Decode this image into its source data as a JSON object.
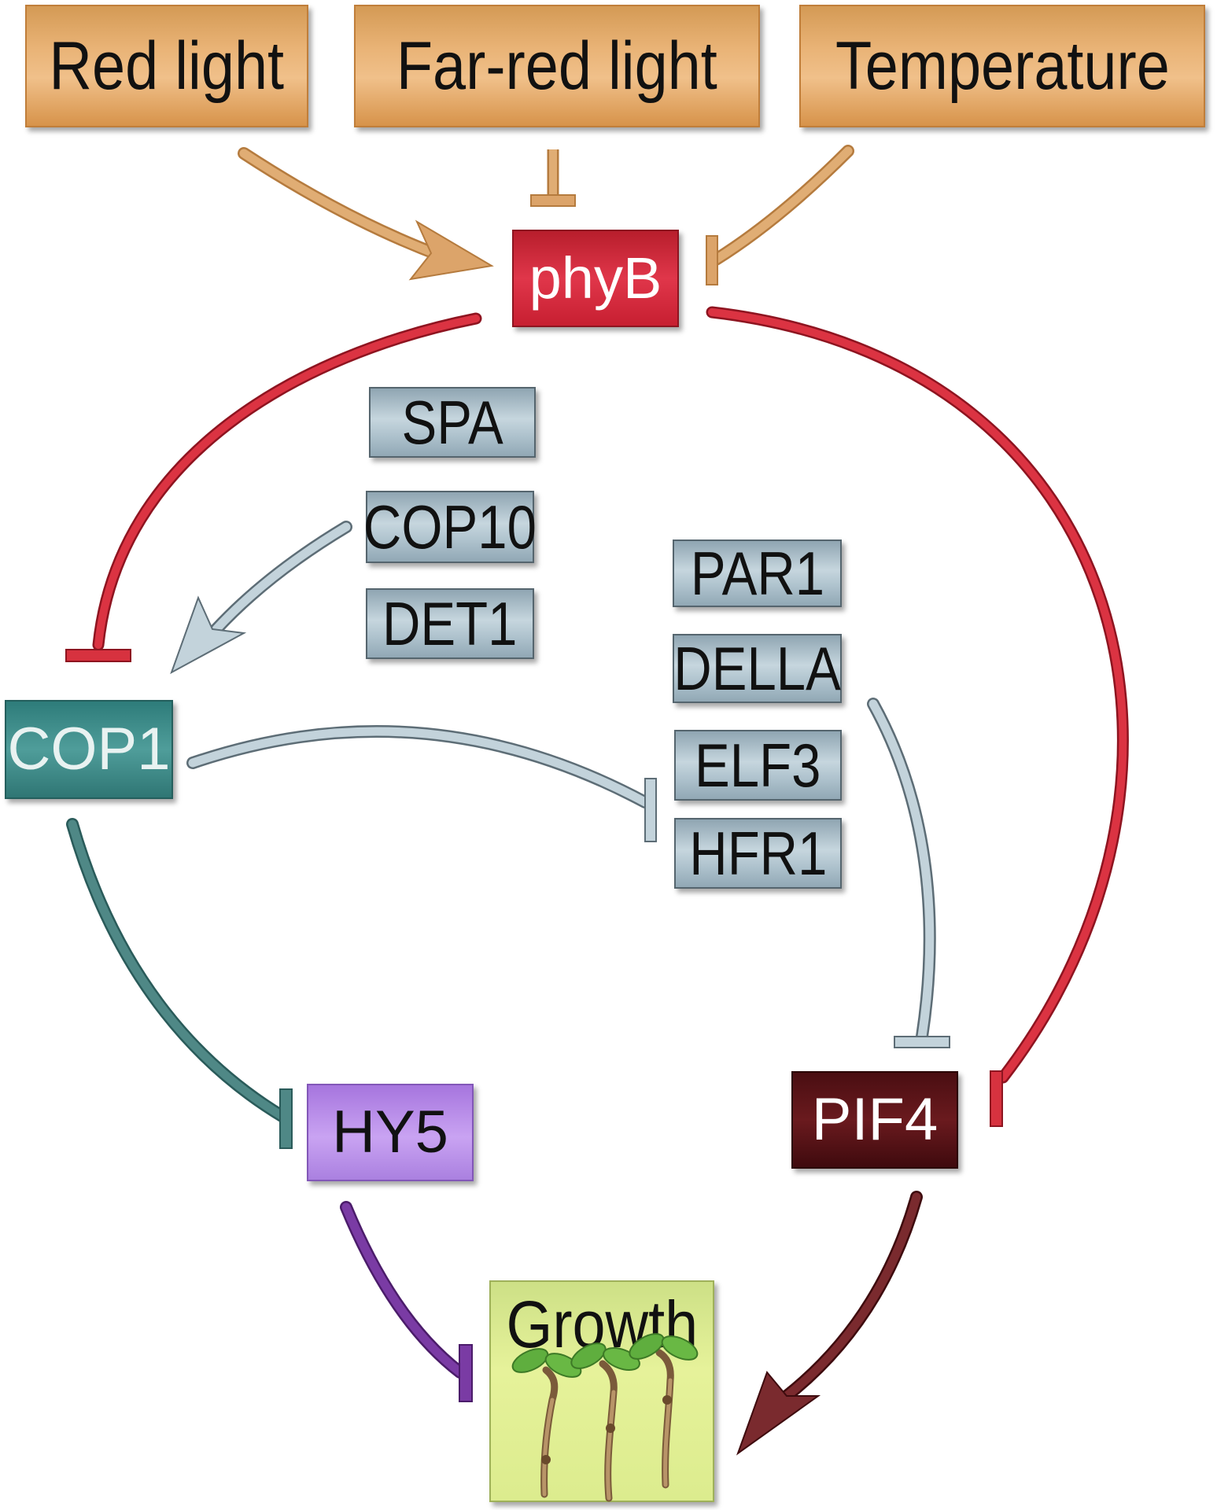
{
  "inputs": {
    "red_light": "Red light",
    "far_red_light": "Far-red light",
    "temperature": "Temperature"
  },
  "nodes": {
    "phyb": "phyB",
    "spa": "SPA",
    "cop10": "COP10",
    "det1": "DET1",
    "cop1": "COP1",
    "par1": "PAR1",
    "della": "DELLA",
    "elf3": "ELF3",
    "hfr1": "HFR1",
    "hy5": "HY5",
    "pif4": "PIF4",
    "growth": "Growth"
  },
  "edges": [
    {
      "from": "Red light",
      "to": "phyB",
      "type": "activation"
    },
    {
      "from": "Far-red light",
      "to": "phyB",
      "type": "inhibition"
    },
    {
      "from": "Temperature",
      "to": "phyB",
      "type": "inhibition"
    },
    {
      "from": "phyB",
      "to": "COP1",
      "type": "inhibition"
    },
    {
      "from": "phyB",
      "to": "PIF4",
      "type": "inhibition"
    },
    {
      "from": "SPA/COP10/DET1",
      "to": "COP1",
      "type": "activation"
    },
    {
      "from": "COP1",
      "to": "PAR1/DELLA/ELF3/HFR1",
      "type": "inhibition"
    },
    {
      "from": "PAR1/DELLA/ELF3/HFR1",
      "to": "PIF4",
      "type": "inhibition"
    },
    {
      "from": "COP1",
      "to": "HY5",
      "type": "inhibition"
    },
    {
      "from": "HY5",
      "to": "Growth",
      "type": "inhibition"
    },
    {
      "from": "PIF4",
      "to": "Growth",
      "type": "activation"
    }
  ],
  "colors": {
    "input": "#e9b376",
    "input_arrow": "#d9a46a",
    "phyb": "#d52b3d",
    "phyb_arrow": "#d7323f",
    "regulator": "#b9ccd6",
    "regulator_arrow": "#b8cad4",
    "cop1": "#3f8c89",
    "cop1_arrow": "#4a7f7d",
    "hy5": "#bb92ea",
    "hy5_arrow": "#6b2f93",
    "pif4": "#5a1417",
    "pif4_arrow": "#6a1c20",
    "growth": "#e1ee94"
  }
}
